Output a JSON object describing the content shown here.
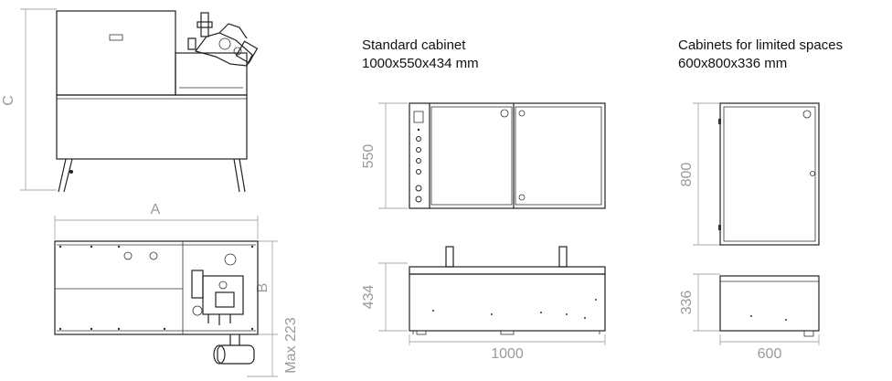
{
  "standard": {
    "title": "Standard cabinet",
    "size": "1000x550x434 mm",
    "height_label": "550",
    "depth_label": "434",
    "width_label": "1000"
  },
  "limited": {
    "title": "Cabinets for limited spaces",
    "size": "600x800x336 mm",
    "height_label": "800",
    "depth_label": "336",
    "width_label": "600"
  },
  "machine": {
    "dim_c": "C",
    "dim_a": "A",
    "dim_b": "B",
    "dim_max": "Max 223"
  }
}
